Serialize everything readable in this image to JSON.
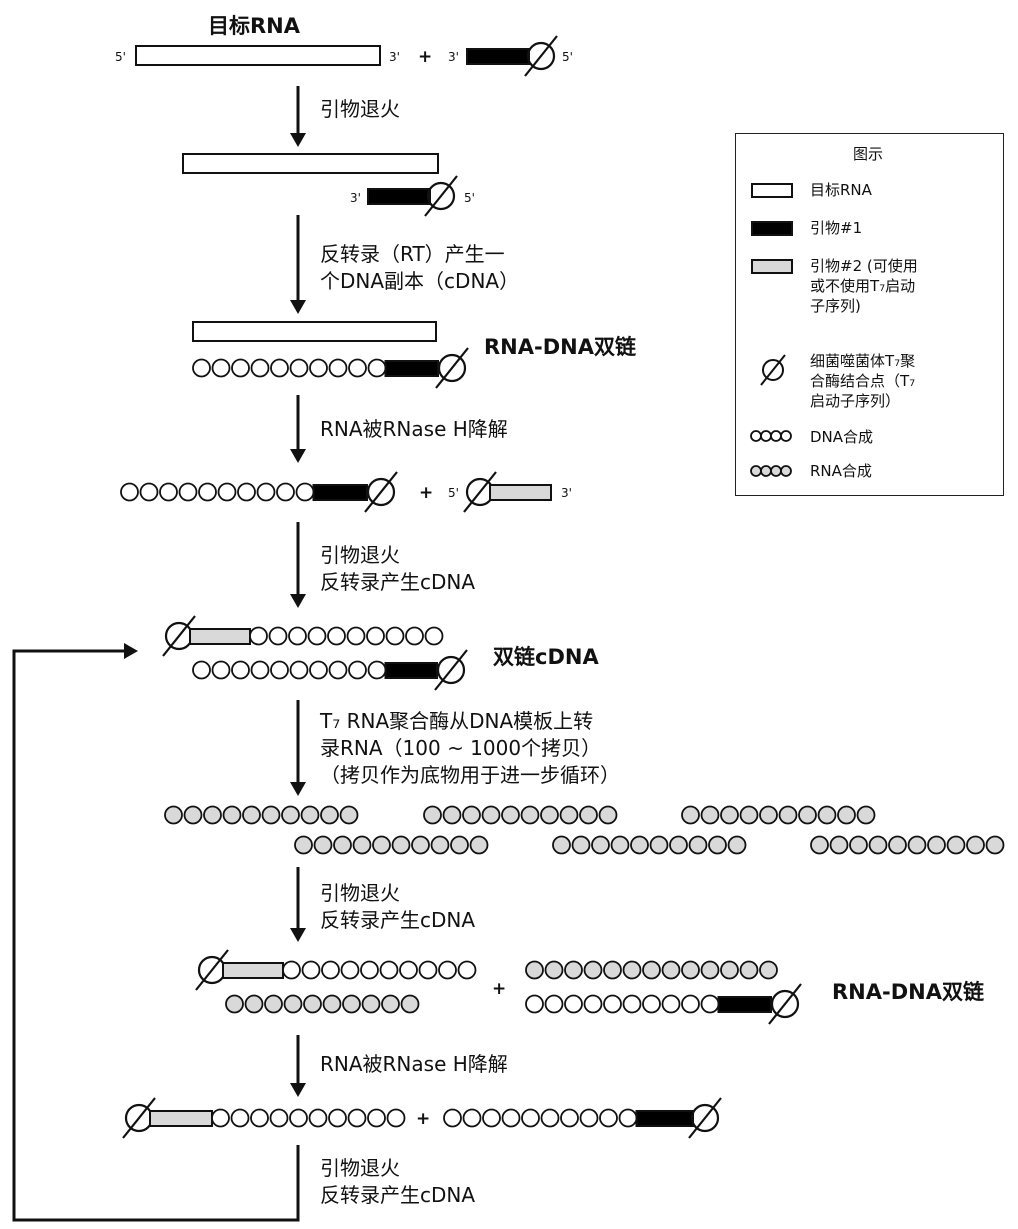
{
  "title": "目标RNA",
  "ends": {
    "five": "5'",
    "three": "3'"
  },
  "plus": "+",
  "steps": {
    "s1": "引物退火",
    "s2": "反转录（RT）产生一\n个DNA副本（cDNA）",
    "s3": "RNA被RNase H降解",
    "s4": "引物退火\n反转录产生cDNA",
    "s5": "T₇ RNA聚合酶从DNA模板上转\n录RNA（100 ~ 1000个拷贝）\n（拷贝作为底物用于进一步循环）",
    "s6": "引物退火\n反转录产生cDNA",
    "s7": "RNA被RNase H降解",
    "s8": "引物退火\n反转录产生cDNA"
  },
  "labels": {
    "duplex1": "RNA-DNA双链",
    "dscdna": "双链cDNA",
    "duplex2": "RNA-DNA双链"
  },
  "legend": {
    "title": "图示",
    "items": [
      {
        "label": "目标RNA"
      },
      {
        "label": "引物#1"
      },
      {
        "label": "引物#2 (可使用\n或不使用T₇启动\n子序列)"
      },
      {
        "label": "细菌噬菌体T₇聚\n合酶结合点（T₇\n启动子序列）"
      },
      {
        "label": "DNA合成"
      },
      {
        "label": "RNA合成"
      }
    ]
  },
  "colors": {
    "stroke": "#111111",
    "primer1": "#000000",
    "primer2_fill": "#d9d9d9",
    "rna_fill": "#d9d9d9",
    "dna_fill": "#ffffff"
  }
}
